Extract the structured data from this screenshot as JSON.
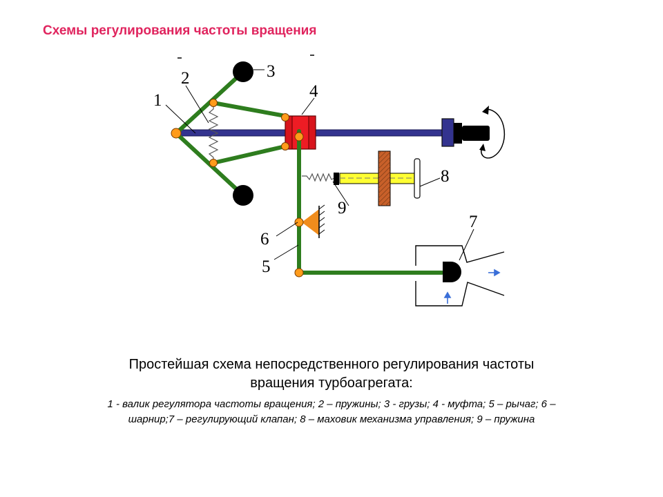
{
  "slide": {
    "title": "Схемы регулирования частоты вращения"
  },
  "diagram": {
    "labels": {
      "n1": "1",
      "n2": "2",
      "n3": "3",
      "n4": "4",
      "n5": "5",
      "n6": "6",
      "n7": "7",
      "n8": "8",
      "n9": "9"
    },
    "colors": {
      "shaft": "#33338f",
      "lever": "#2e7d1e",
      "hinge": "#ff9b1a",
      "coupling": "#ee1c24",
      "pivot_support": "#f08c1c",
      "handwheel_screw": "#ffff33",
      "handwheel_plate": "#c8602a",
      "valve_arrow": "#3a6fd8",
      "weights": "#000000"
    }
  },
  "caption": {
    "line1": "Простейшая схема непосредственного регулирования частоты",
    "line2": "вращения турбоагрегата:",
    "legend_line1": "1 - валик регулятора частоты вращения; 2 – пружины; 3 - грузы; 4 - муфта; 5 – рычаг; 6 –",
    "legend_line2": "шарнир;7 – регулирующий клапан; 8 – маховик механизма управления; 9 – пружина"
  }
}
